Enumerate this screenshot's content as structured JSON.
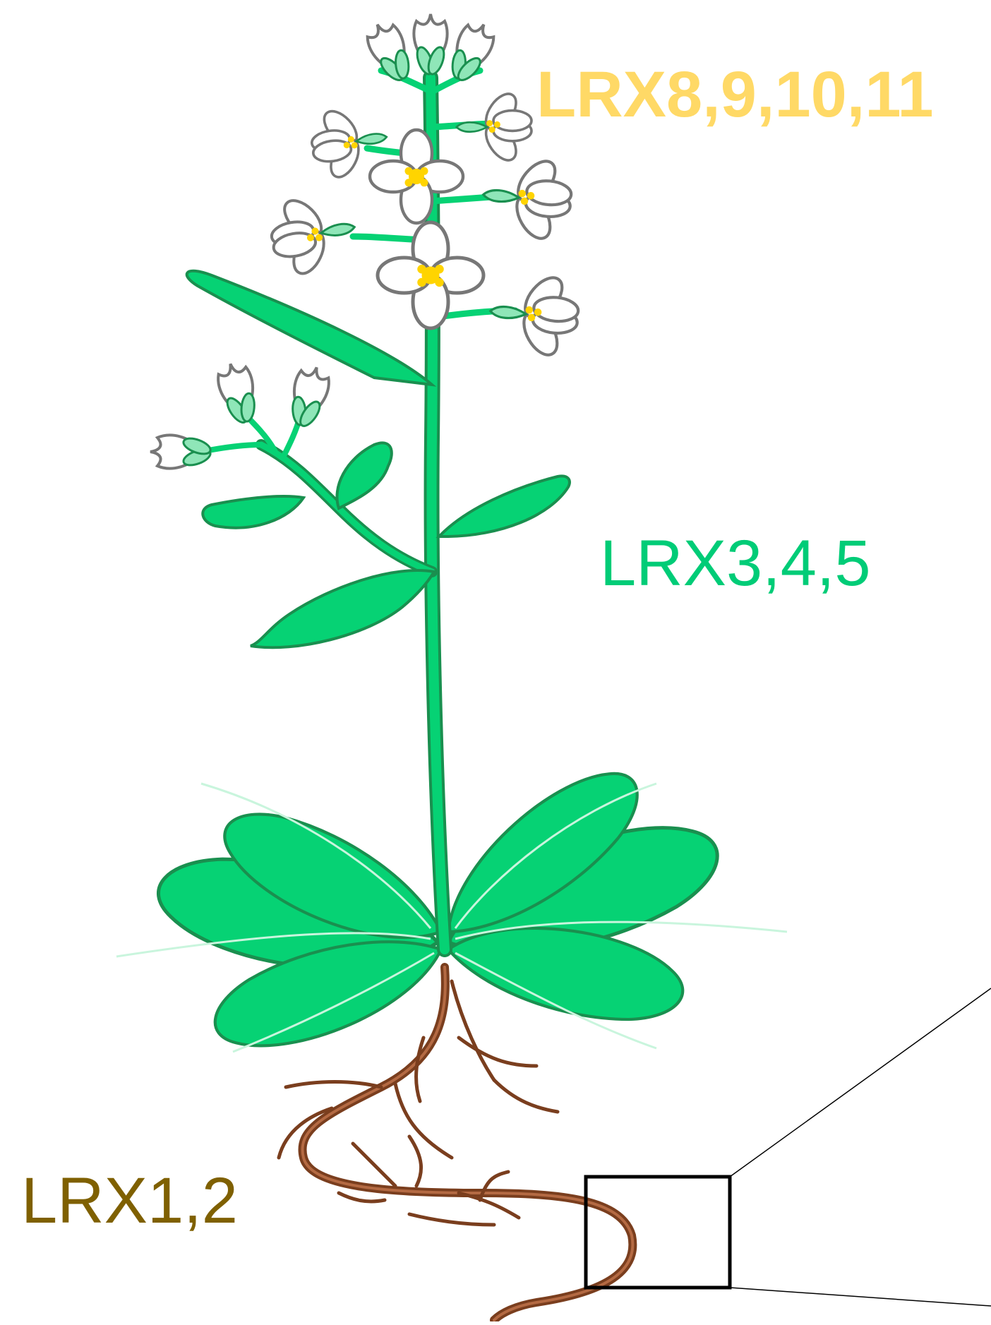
{
  "labels": {
    "flower": "LRX8,9,10,11",
    "stem": "LRX3,4,5",
    "root": "LRX1,2"
  },
  "colors": {
    "flower_label": "#ffd966",
    "stem_label": "#00cc77",
    "root_label": "#7f6000",
    "leaf_fill": "#06d274",
    "leaf_stroke": "#1a8f4f",
    "bud_fill": "#8fe6b8",
    "petal_fill": "#ffffff",
    "petal_stroke": "#777777",
    "stamen": "#ffd400",
    "root": "#7a3e1e"
  }
}
